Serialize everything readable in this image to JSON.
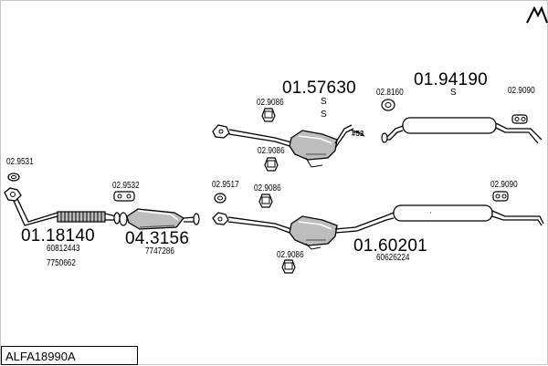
{
  "diagram_code": "ALFA18990A",
  "parts": {
    "p_011814": {
      "number": "01.18140",
      "refs": [
        "60812443",
        "7750662"
      ]
    },
    "p_043156": {
      "number": "04.3156",
      "refs": [
        "7747286"
      ]
    },
    "p_016020": {
      "number": "01.60201",
      "refs": [
        "60626224"
      ]
    },
    "p_015763": {
      "number": "01.57630",
      "suffix": [
        "S",
        "S"
      ]
    },
    "p_019419": {
      "number": "01.94190",
      "suffix": [
        "S"
      ]
    }
  },
  "fittings": {
    "f1": "02.9531",
    "f2": "02.9532",
    "f3": "02.9517",
    "f4": "02.9086",
    "f5": "02.9086",
    "f6": "02.9090",
    "f7": "02.9086",
    "f8": "02.9086",
    "f9": "02.8160",
    "f10": "02.9090"
  },
  "colors": {
    "line": "#000000",
    "fill": "#bdbdbd",
    "dark": "#4a4a4a"
  }
}
